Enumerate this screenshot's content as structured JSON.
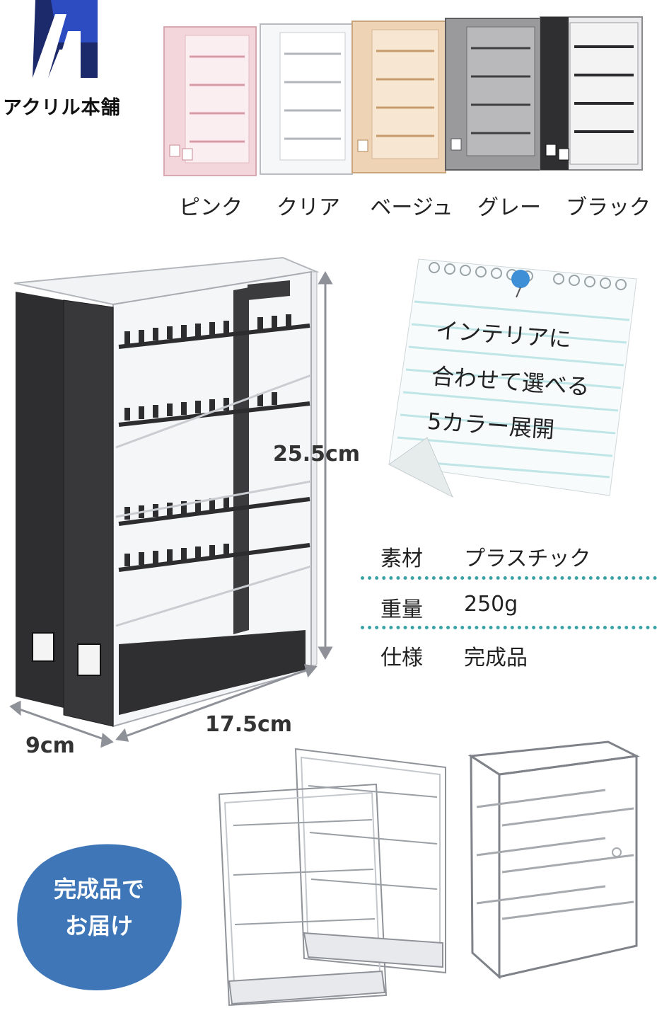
{
  "brand": {
    "name": "アクリル本舗"
  },
  "colors": {
    "options": [
      {
        "label": "ピンク",
        "swatch": "#f3d6db"
      },
      {
        "label": "クリア",
        "swatch": "#f4f5f7"
      },
      {
        "label": "ベージュ",
        "swatch": "#eed3b4"
      },
      {
        "label": "グレー",
        "swatch": "#9a9a9c"
      },
      {
        "label": "ブラック",
        "swatch": "#2f2f31"
      }
    ]
  },
  "dimensions": {
    "height": "25.5cm",
    "width": "17.5cm",
    "depth": "9cm"
  },
  "memo": {
    "lines": [
      "インテリアに",
      "合わせて選べる",
      "5カラー展開"
    ]
  },
  "specs": [
    {
      "key": "素材",
      "value": "プラスチック"
    },
    {
      "key": "重量",
      "value": "250g"
    },
    {
      "key": "仕様",
      "value": "完成品"
    }
  ],
  "badge": {
    "line1": "完成品で",
    "line2": "お届け"
  },
  "accent": {
    "blue": "#3e76b8",
    "teal": "#3aa3a6",
    "logo_blue": "#1e3a8a"
  }
}
